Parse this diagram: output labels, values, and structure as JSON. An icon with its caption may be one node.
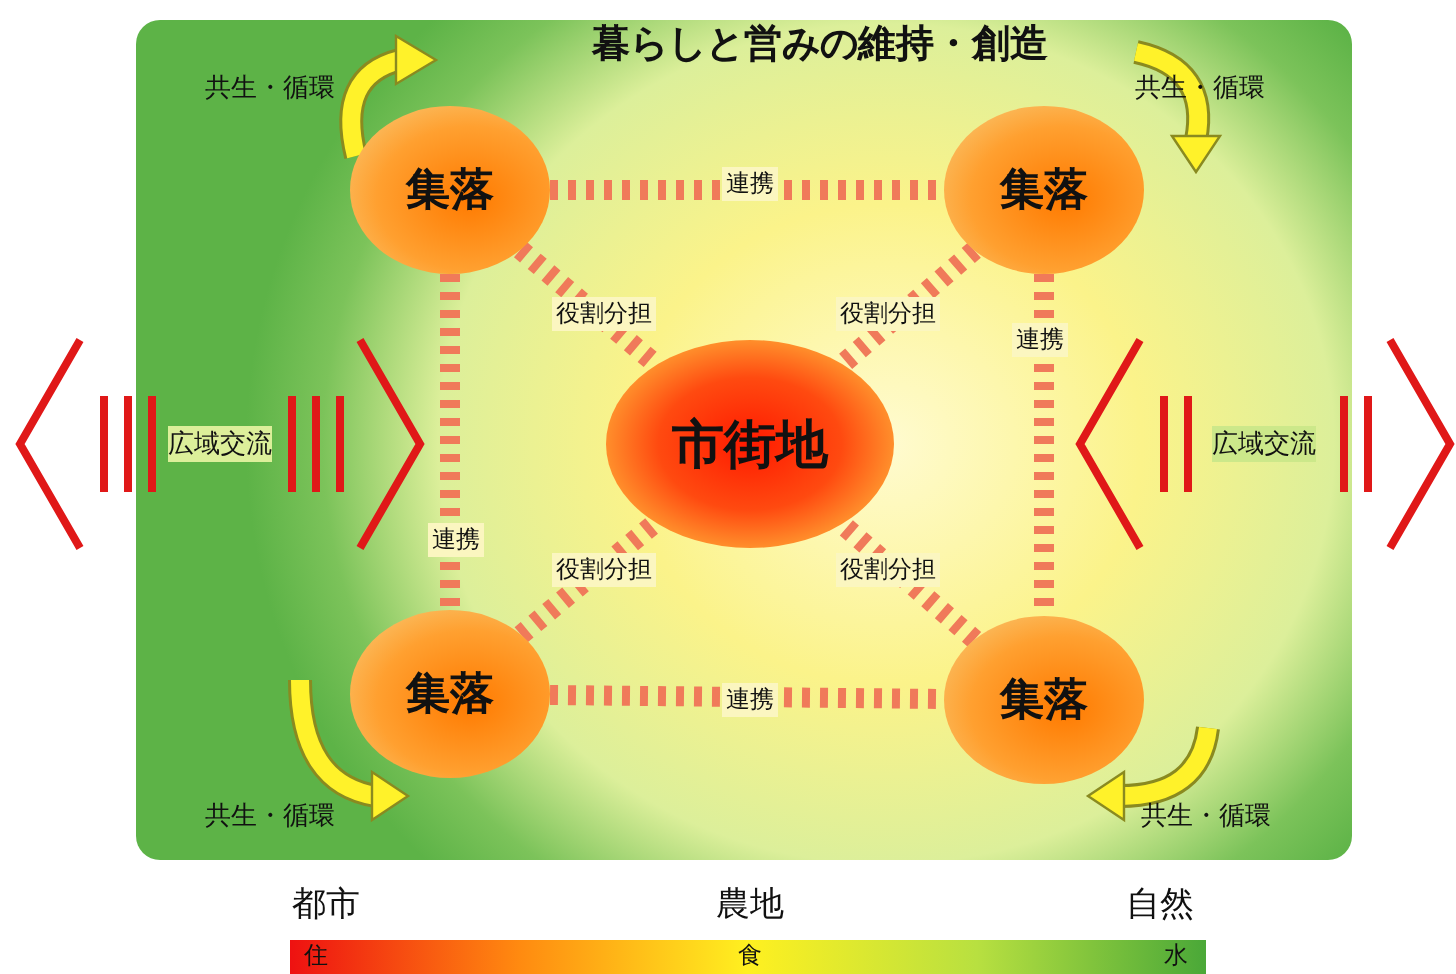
{
  "diagram": {
    "title": "暮らしと営みの維持・創造",
    "nodes": [
      {
        "text": [
          "集落"
        ]
      },
      {
        "text": [
          "集落"
        ]
      },
      {
        "text": [
          "市街地"
        ]
      },
      {
        "text": [
          "集落"
        ]
      },
      {
        "text": [
          "集落"
        ]
      }
    ],
    "edges": [
      {
        "from": 0,
        "to": 1,
        "arrow": "none",
        "label": "連携"
      },
      {
        "from": 0,
        "to": 2,
        "arrow": "none",
        "label": "役割分担"
      },
      {
        "from": 1,
        "to": 2,
        "arrow": "none",
        "label": "役割分担"
      },
      {
        "from": 1,
        "to": 4,
        "arrow": "none",
        "label": "連携"
      },
      {
        "from": 0,
        "to": 3,
        "arrow": "none",
        "label": "連携"
      },
      {
        "from": 3,
        "to": 2,
        "arrow": "none",
        "label": "役割分担"
      },
      {
        "from": 4,
        "to": 2,
        "arrow": "none",
        "label": "役割分担"
      },
      {
        "from": 3,
        "to": 4,
        "arrow": "none",
        "label": "連携"
      }
    ],
    "labels": [
      "共生・循環",
      "共生・循環",
      "広域交流",
      "広域交流",
      "共生・循環",
      "共生・循環",
      "都市",
      "農地",
      "自然",
      "住",
      "食",
      "水"
    ]
  }
}
